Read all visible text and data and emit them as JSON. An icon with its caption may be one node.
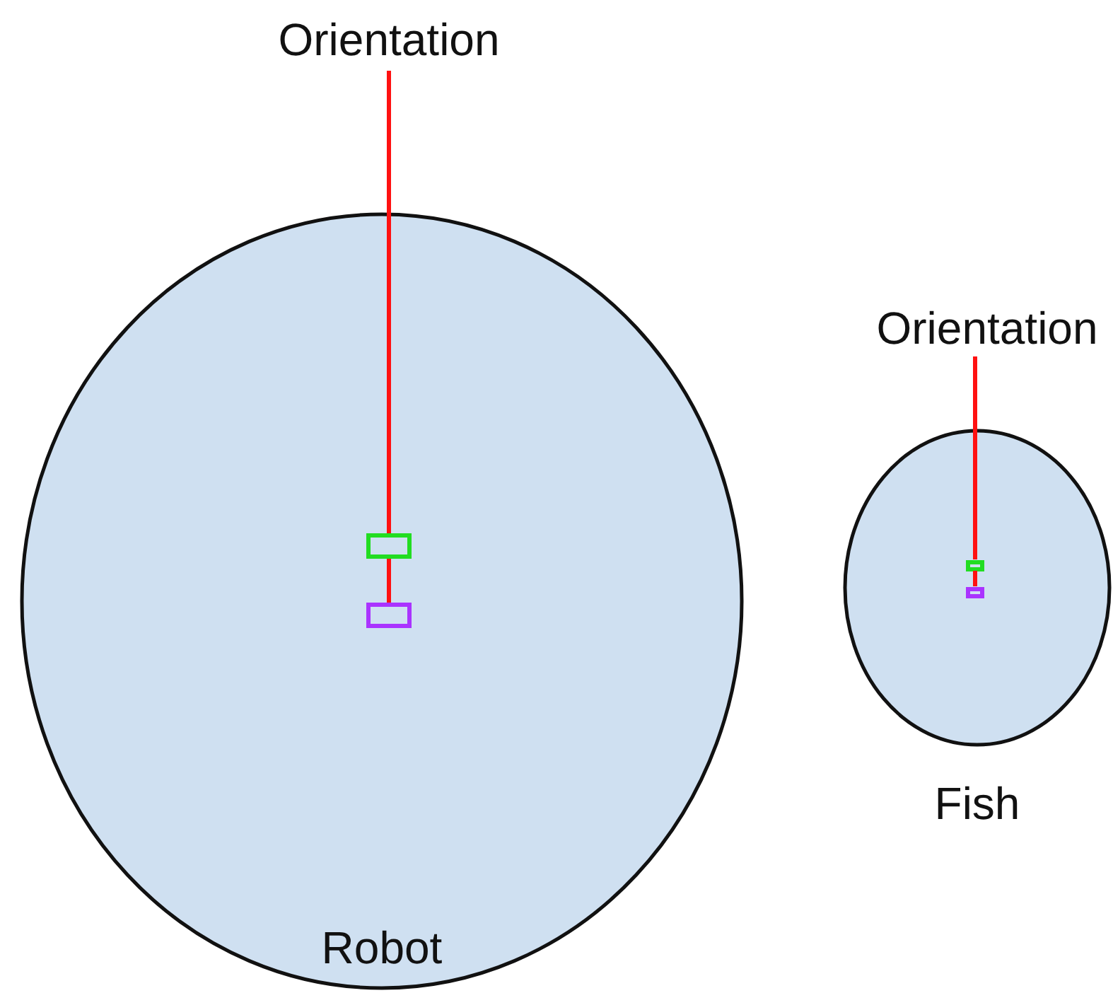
{
  "diagram": {
    "nodes": [
      {
        "text": [
          "Robot"
        ]
      },
      {
        "text": [
          "Orientation"
        ]
      },
      {
        "text": [],
        "shape": "box",
        "in": 0
      },
      {
        "text": [],
        "shape": "box",
        "in": 0
      },
      {
        "text": [
          "Fish"
        ]
      },
      {
        "text": [
          "Orientation"
        ]
      },
      {
        "text": [],
        "shape": "box",
        "in": 4
      },
      {
        "text": [],
        "shape": "box",
        "in": 4
      }
    ],
    "edges": [
      {
        "from": 2,
        "to": 1,
        "arrow": "none"
      },
      {
        "from": 3,
        "to": 2,
        "arrow": "none"
      },
      {
        "from": 6,
        "to": 5,
        "arrow": "none"
      },
      {
        "from": 7,
        "to": 6,
        "arrow": "none"
      }
    ]
  }
}
